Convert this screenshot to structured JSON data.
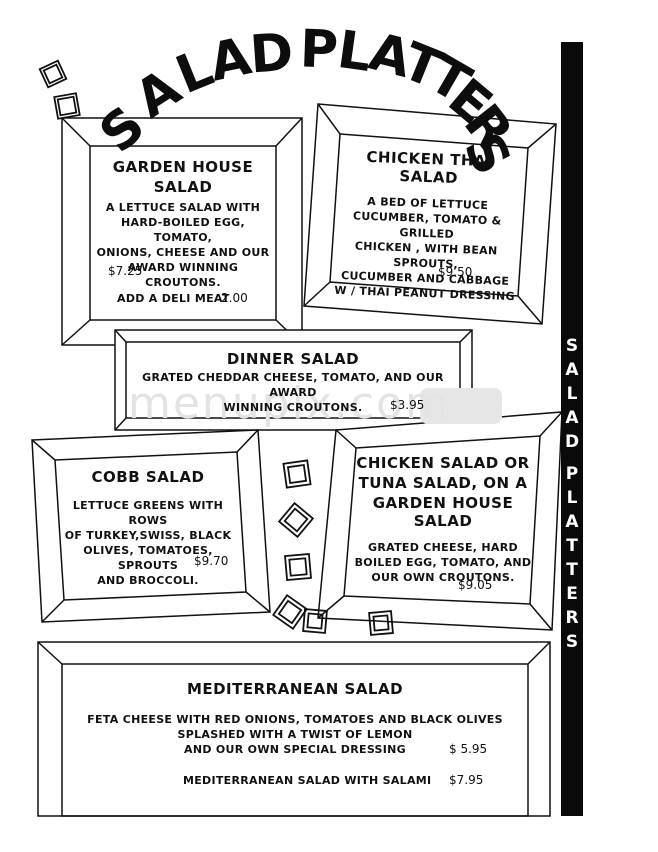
{
  "title": "SALAD PLATTERS",
  "sidebar_title": "SALAD PLATTERS",
  "watermark": "menupix.com",
  "items": {
    "garden_house": {
      "name_line1": "GARDEN HOUSE",
      "name_line2": "SALAD",
      "desc": [
        "A LETTUCE SALAD WITH",
        "HARD-BOILED EGG, TOMATO,",
        "ONIONS, CHEESE AND OUR",
        "AWARD WINNING CROUTONS."
      ],
      "price": "$7.25",
      "addon": "ADD A DELI MEAT",
      "addon_price": "2.00"
    },
    "chicken_thai": {
      "name": "CHICKEN THAI SALAD",
      "desc": [
        "A BED OF LETTUCE",
        "CUCUMBER, TOMATO & GRILLED",
        "CHICKEN , WITH BEAN SPROUTS,",
        "CUCUMBER  AND CABBAGE",
        "W / THAI PEANUT DRESSING"
      ],
      "price": "$9.50"
    },
    "dinner": {
      "name": "DINNER SALAD",
      "desc": [
        "GRATED CHEDDAR CHEESE, TOMATO, AND OUR AWARD",
        "WINNING CROUTONS."
      ],
      "price": "$3.95"
    },
    "cobb": {
      "name": "COBB SALAD",
      "desc": [
        "LETTUCE GREENS WITH ROWS",
        "OF TURKEY,SWISS, BLACK",
        "OLIVES, TOMATOES, SPROUTS",
        "AND BROCCOLI."
      ],
      "price": "$9.70"
    },
    "chicken_tuna": {
      "name": [
        "CHICKEN SALAD OR",
        "TUNA SALAD, ON A",
        "GARDEN HOUSE SALAD"
      ],
      "desc": [
        "GRATED CHEESE, HARD",
        "BOILED EGG, TOMATO, AND",
        "OUR OWN CROUTONS."
      ],
      "price": "$9.05"
    },
    "mediterranean": {
      "name": "MEDITERRANEAN SALAD",
      "desc": [
        "FETA CHEESE WITH RED ONIONS, TOMATOES AND BLACK OLIVES",
        "SPLASHED WITH A TWIST OF LEMON",
        "AND OUR OWN SPECIAL DRESSING"
      ],
      "price": "$ 5.95",
      "variant": "MEDITERRANEAN SALAD WITH SALAMI",
      "variant_price": "$7.95"
    }
  }
}
